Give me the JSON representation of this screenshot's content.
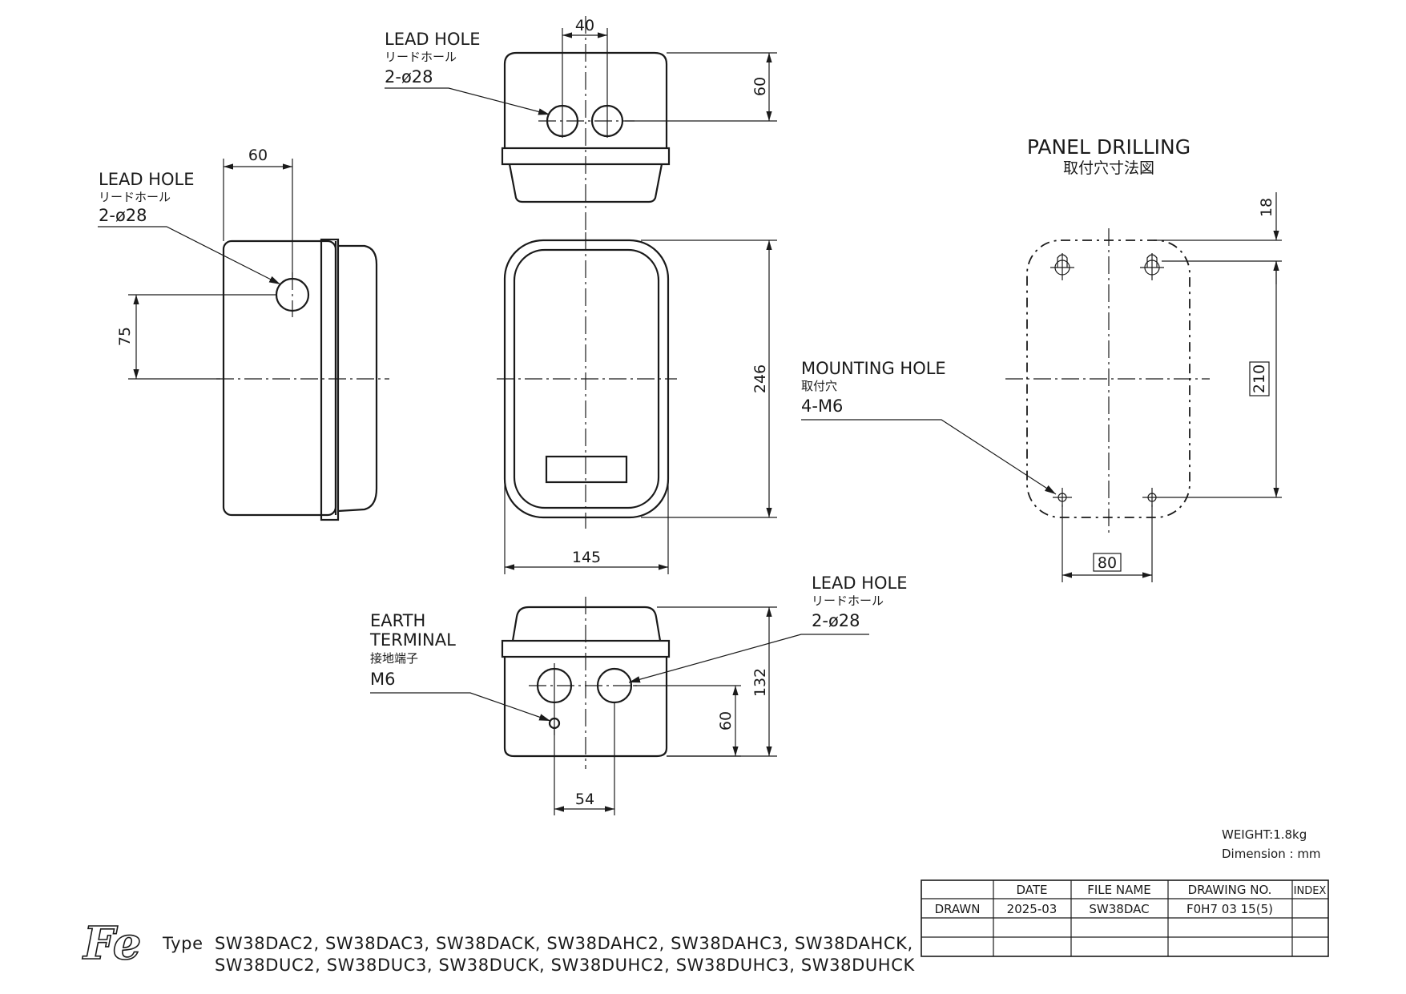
{
  "side_view": {
    "lead_hole_title": "LEAD HOLE",
    "lead_hole_jp": "リードホール",
    "lead_hole_spec": "2-ø28",
    "dim_60": "60",
    "dim_75": "75"
  },
  "top_view": {
    "lead_hole_title": "LEAD HOLE",
    "lead_hole_jp": "リードホール",
    "lead_hole_spec": "2-ø28",
    "dim_40": "40",
    "dim_60": "60"
  },
  "front_view": {
    "dim_246": "246",
    "dim_145": "145"
  },
  "bottom_view": {
    "earth_title_1": "EARTH",
    "earth_title_2": "TERMINAL",
    "earth_jp": "接地端子",
    "earth_spec": "M6",
    "lead_hole_title": "LEAD HOLE",
    "lead_hole_jp": "リードホール",
    "lead_hole_spec": "2-ø28",
    "dim_132": "132",
    "dim_60": "60",
    "dim_54": "54"
  },
  "panel_drilling": {
    "title": "PANEL DRILLING",
    "title_jp": "取付穴寸法図",
    "mounting_title": "MOUNTING HOLE",
    "mounting_jp": "取付穴",
    "mounting_spec": "4-M6",
    "dim_18": "18",
    "dim_210": "210",
    "dim_80": "80"
  },
  "notes": {
    "weight": "WEIGHT:1.8kg",
    "dimension": "Dimension : mm"
  },
  "title_block": {
    "headers": [
      "",
      "DATE",
      "FILE NAME",
      "DRAWING NO.",
      "INDEX"
    ],
    "row": [
      "DRAWN",
      "2025-03",
      "SW38DAC",
      "F0H7 03 15(5)",
      ""
    ]
  },
  "footer": {
    "logo": "Fe",
    "type_label": "Type",
    "models_line1": "SW38DAC2, SW38DAC3, SW38DACK, SW38DAHC2, SW38DAHC3, SW38DAHCK,",
    "models_line2": "SW38DUC2, SW38DUC3, SW38DUCK, SW38DUHC2, SW38DUHC3, SW38DUHCK"
  }
}
